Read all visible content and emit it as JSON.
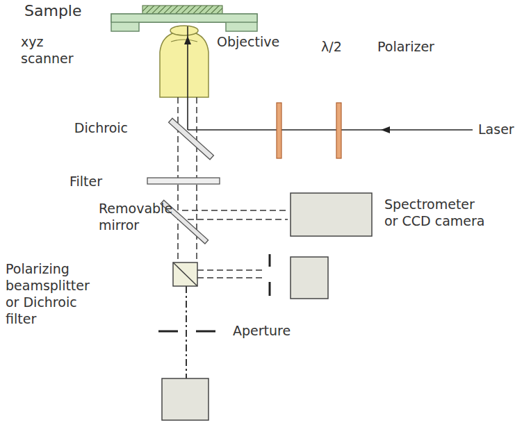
{
  "diagram": {
    "labels": [
      "Sample",
      "xyz scanner",
      "Objective",
      "λ/2",
      "Polarizer",
      "Laser",
      "Dichroic",
      "Filter",
      "Removable mirror",
      "Spectrometer or CCD camera",
      "Polarizing beamsplitter or Dichroic filter",
      "Aperture"
    ]
  }
}
